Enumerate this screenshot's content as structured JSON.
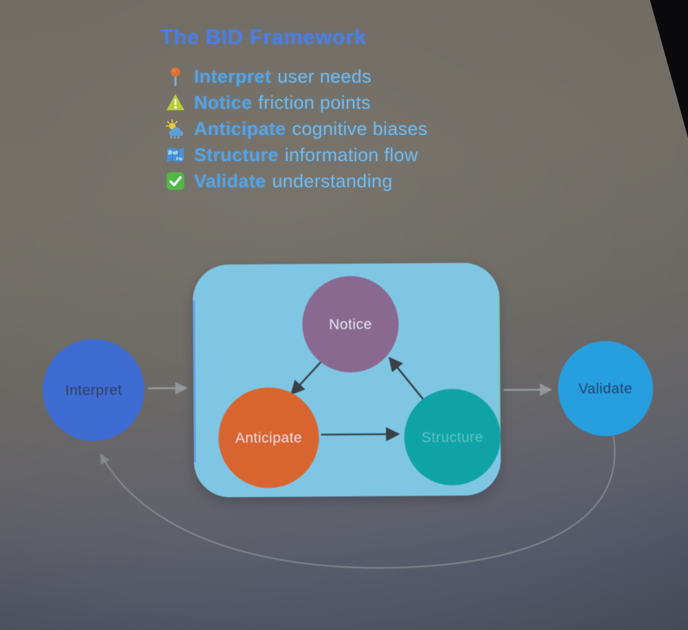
{
  "slide": {
    "title": "The BID Framework",
    "bullets": [
      {
        "icon": "round-pushpin",
        "keyword": "Interpret",
        "text": "user needs"
      },
      {
        "icon": "warning-triangle",
        "keyword": "Notice",
        "text": "friction points"
      },
      {
        "icon": "sun-behind-rain-cloud",
        "keyword": "Anticipate",
        "text": "cognitive biases"
      },
      {
        "icon": "world-map",
        "keyword": "Structure",
        "text": "information flow"
      },
      {
        "icon": "check-mark",
        "keyword": "Validate",
        "text": "understanding"
      }
    ]
  },
  "diagram": {
    "container_fill": "#7fc6e4",
    "nodes": [
      {
        "id": "interpret",
        "label": "Interpret",
        "fill": "#3e6cd2",
        "label_color": "#2e3f5e"
      },
      {
        "id": "notice",
        "label": "Notice",
        "fill": "#8a6990",
        "label_color": "#e8eaf6"
      },
      {
        "id": "anticipate",
        "label": "Anticipate",
        "fill": "#d8652f",
        "label_color": "#eae0f2"
      },
      {
        "id": "structure",
        "label": "Structure",
        "fill": "#0fa3a8",
        "label_color": "#5fc3c9"
      },
      {
        "id": "validate",
        "label": "Validate",
        "fill": "#279fdf",
        "label_color": "#1d4372"
      }
    ],
    "edges": [
      {
        "from": "Interpret",
        "to": "process-box"
      },
      {
        "from": "Notice",
        "to": "Anticipate"
      },
      {
        "from": "Anticipate",
        "to": "Structure"
      },
      {
        "from": "Structure",
        "to": "Notice"
      },
      {
        "from": "process-box",
        "to": "Validate"
      },
      {
        "from": "Validate",
        "to": "Interpret",
        "type": "feedback-loop"
      }
    ],
    "colors": {
      "inner_arrow": "#3a4045",
      "outer_arrow": "#a5abae"
    }
  },
  "theme": {
    "title_color": "#4c7ede",
    "keyword_color": "#54a2e3",
    "body_color": "#72b8e8"
  }
}
